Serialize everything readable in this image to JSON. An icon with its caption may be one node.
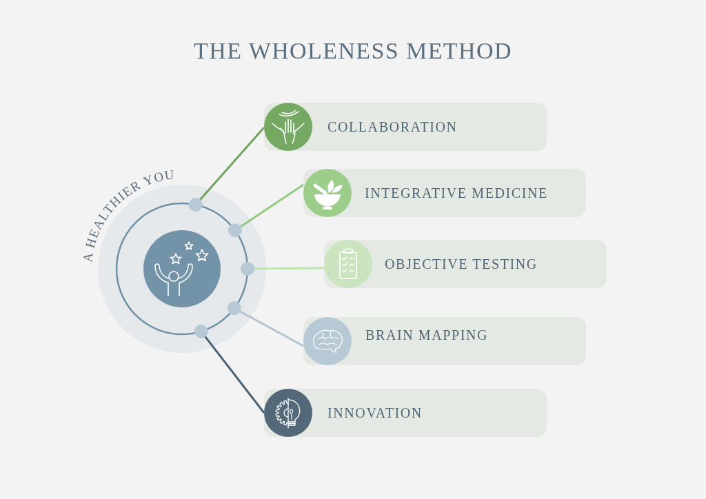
{
  "diagram": {
    "title": "THE WHOLENESS METHOD",
    "nodes": [
      {
        "text": [
          "A HEALTHIER YOU"
        ]
      },
      {
        "text": [
          "COLLABORATION"
        ]
      },
      {
        "text": [
          "INTEGRATIVE MEDICINE"
        ]
      },
      {
        "text": [
          "OBJECTIVE TESTING"
        ]
      },
      {
        "text": [
          "BRAIN MAPPING"
        ]
      },
      {
        "text": [
          "INNOVATION"
        ]
      }
    ],
    "edges": [
      {
        "from": 0,
        "to": 1,
        "arrow": "other",
        "color": "#6fa35e"
      },
      {
        "from": 0,
        "to": 2,
        "arrow": "other",
        "color": "#94c97f"
      },
      {
        "from": 0,
        "to": 3,
        "arrow": "other",
        "color": "#c3e2b4"
      },
      {
        "from": 0,
        "to": 4,
        "arrow": "other",
        "color": "#b2c4d0"
      },
      {
        "from": 0,
        "to": 5,
        "arrow": "other",
        "color": "#4d6373"
      }
    ]
  }
}
